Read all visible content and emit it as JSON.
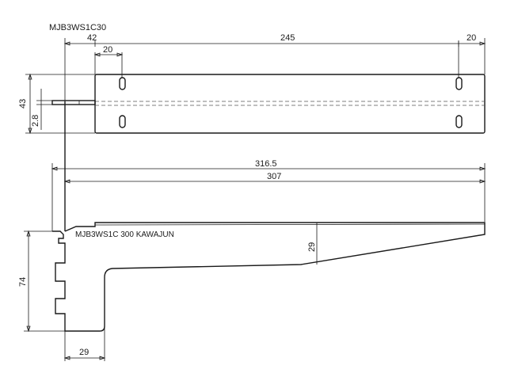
{
  "part_number": "MJB3WS1C30",
  "bracket_stamp": "MJB3WS1C  300  KAWAJUN",
  "dimensions": {
    "left_offset": "42",
    "center_span": "245",
    "right_offset": "20",
    "inner_slot_offset": "20",
    "plate_width": "43",
    "plate_thickness": "2.8",
    "overall_length": "316.5",
    "arm_length": "307",
    "tip_height": "29",
    "bracket_height": "74",
    "hook_depth": "29"
  }
}
